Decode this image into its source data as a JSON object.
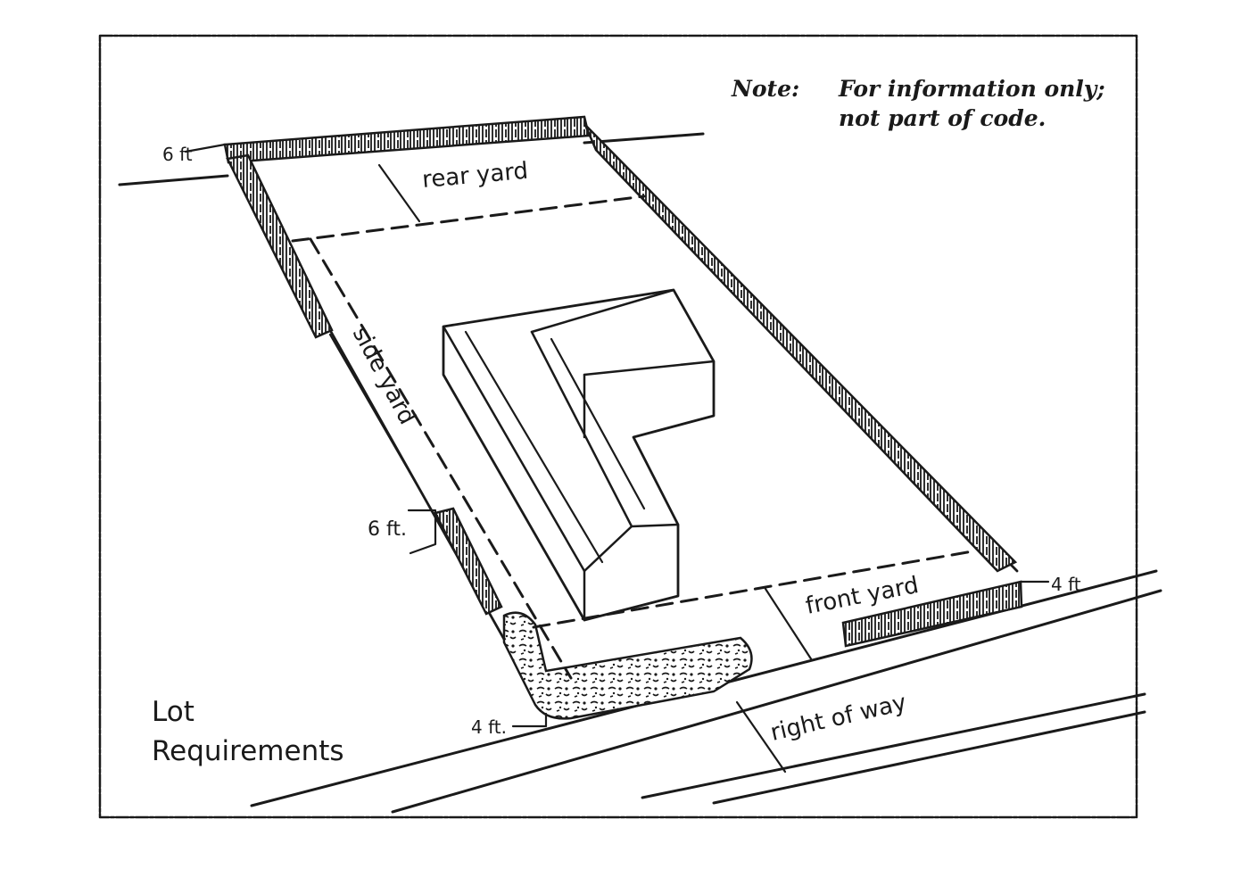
{
  "note": {
    "label": "Note:",
    "line1": "For information only;",
    "line2": "not part of code."
  },
  "labels": {
    "rear_yard": "rear yard",
    "side_yard": "side yard",
    "front_yard": "front yard",
    "right_of_way": "right of way",
    "hedge_rear_left": "6 ft",
    "hedge_side": "6 ft.",
    "hedge_front_right": "4 ft",
    "hedge_front_left": "4 ft."
  },
  "caption": {
    "line1": "Lot",
    "line2": "Requirements"
  }
}
